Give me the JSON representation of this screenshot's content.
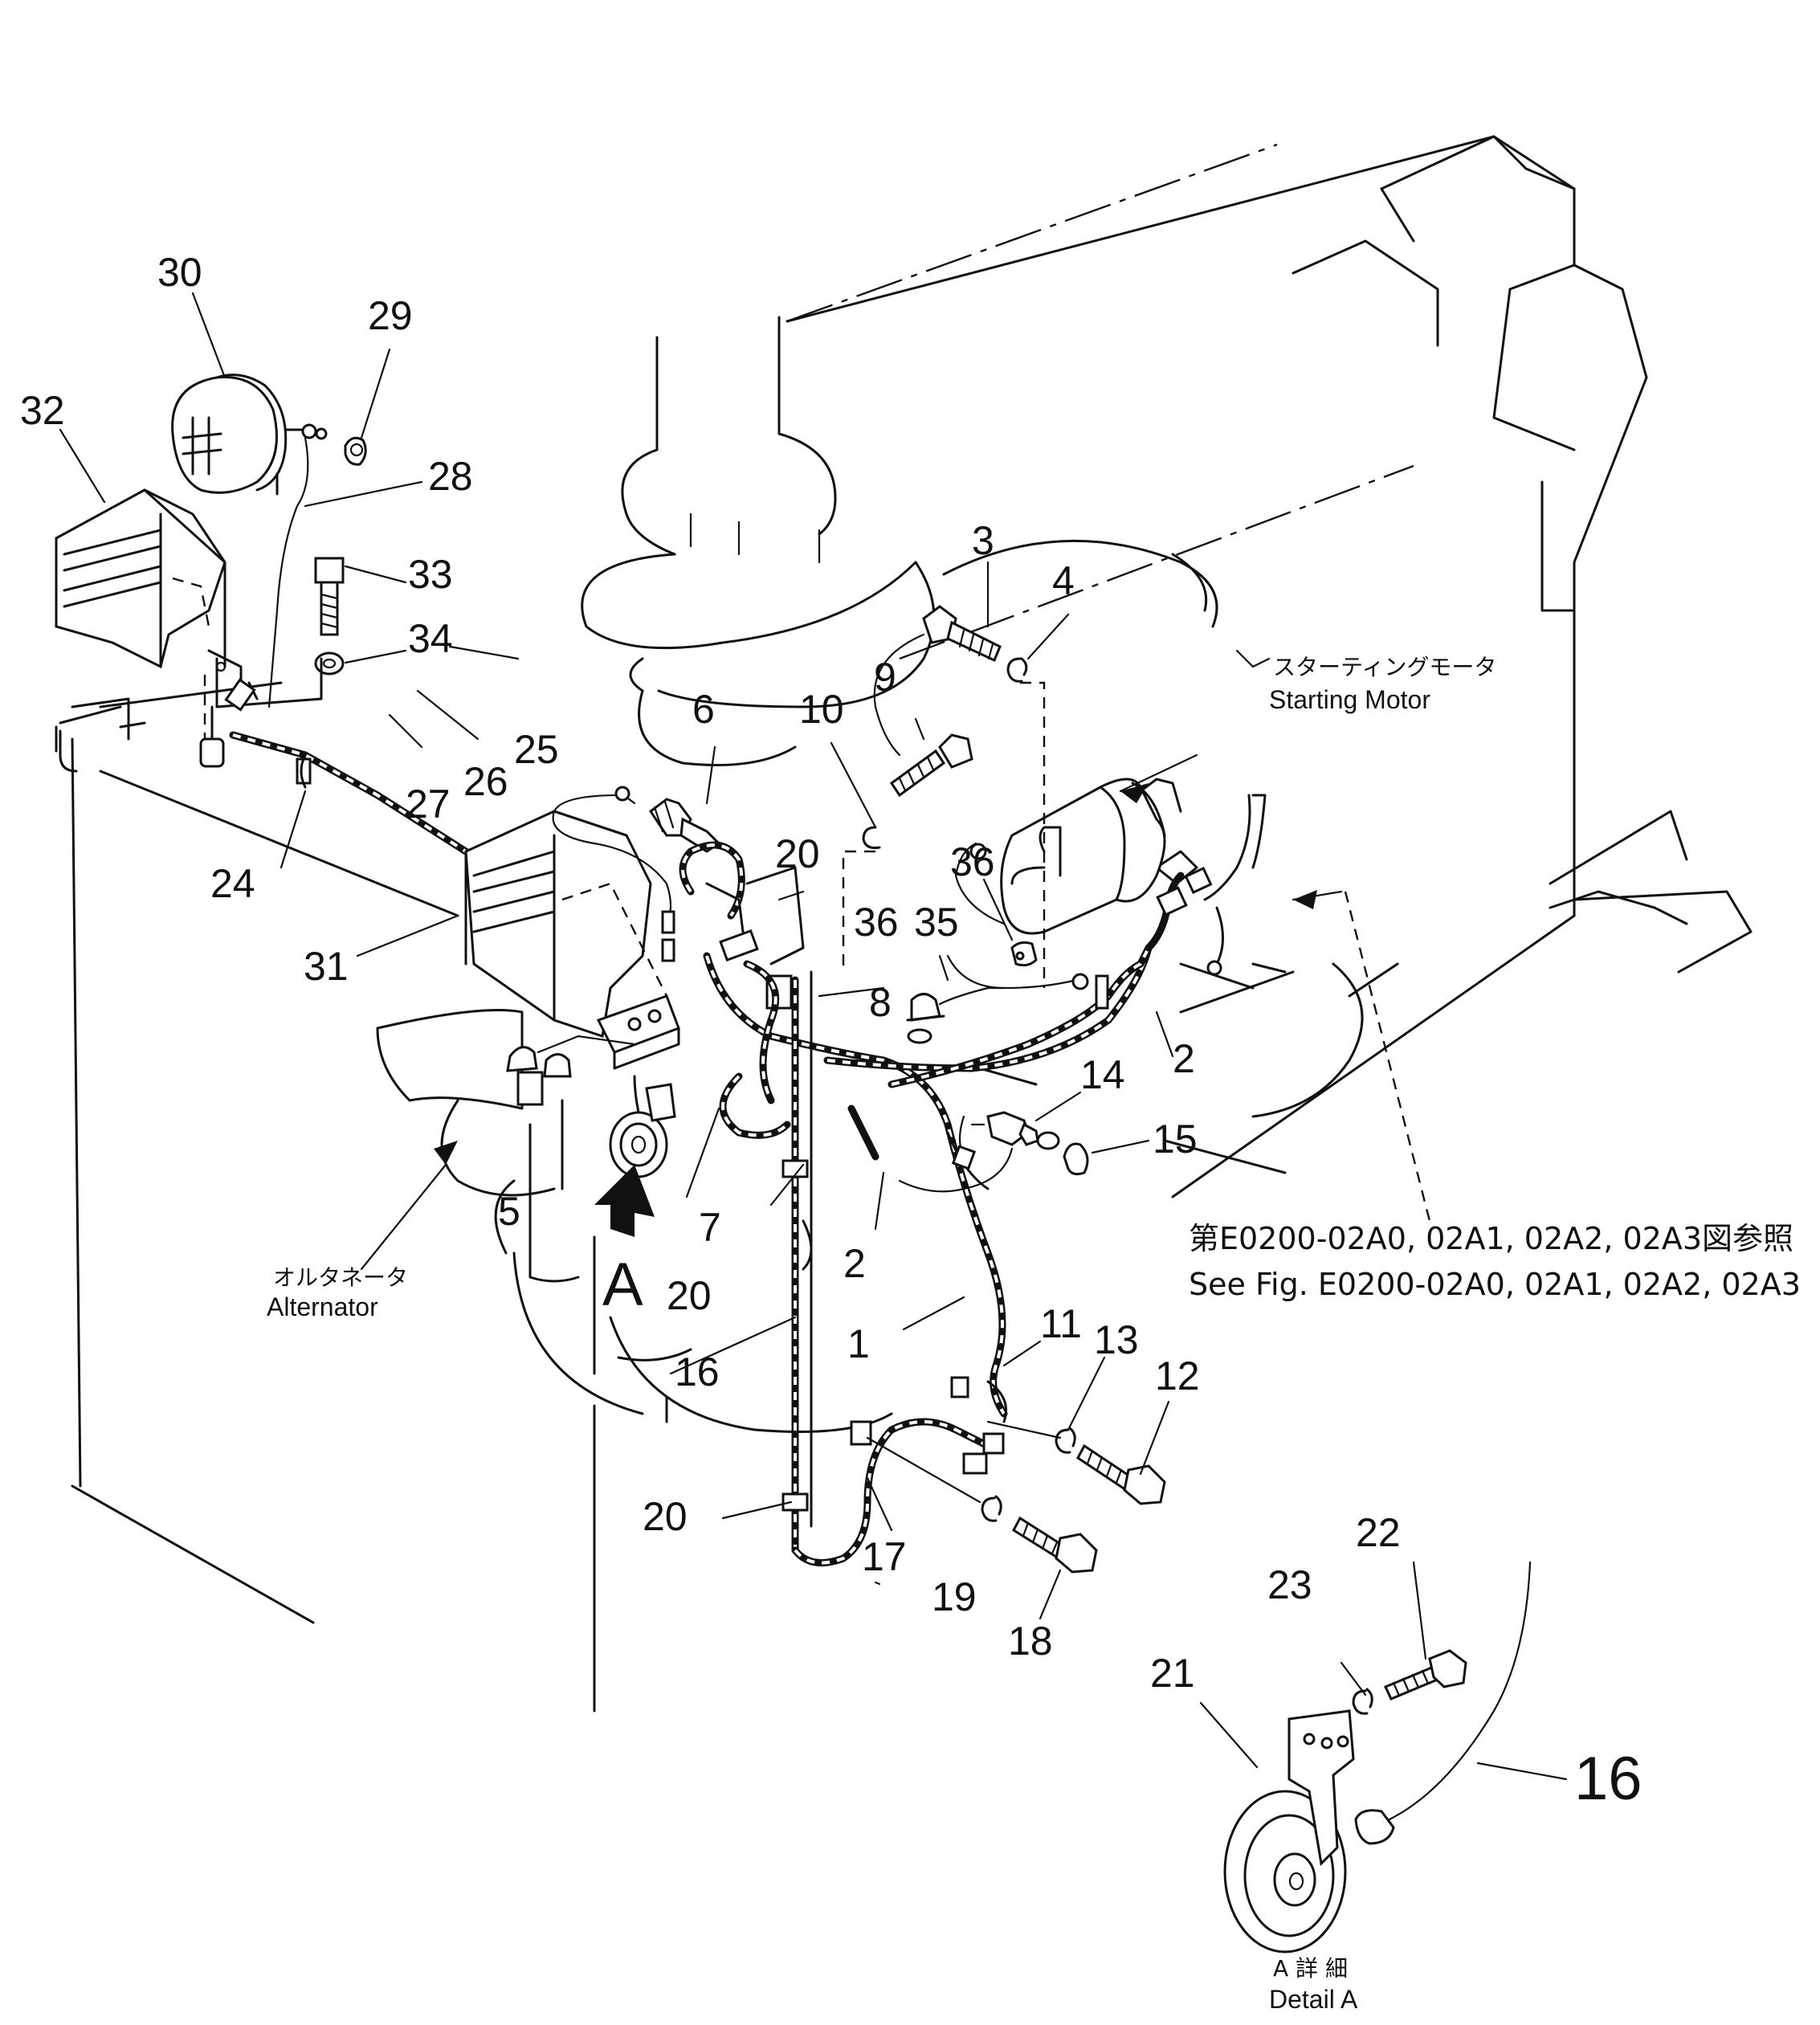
{
  "callouts": {
    "c1": "1",
    "c2": "2",
    "c3": "3",
    "c4": "4",
    "c5": "5",
    "c6": "6",
    "c7": "7",
    "c8": "8",
    "c9": "9",
    "c10": "10",
    "c11": "11",
    "c12": "12",
    "c13": "13",
    "c14": "14",
    "c15": "15",
    "c16": "16",
    "c17": "17",
    "c18": "18",
    "c19": "19",
    "c20": "20",
    "c21": "21",
    "c22": "22",
    "c23": "23",
    "c24": "24",
    "c25": "25",
    "c26": "26",
    "c27": "27",
    "c28": "28",
    "c29": "29",
    "c30": "30",
    "c31": "31",
    "c32": "32",
    "c33": "33",
    "c34": "34",
    "c35": "35",
    "c36": "36",
    "cA": "A"
  },
  "notes": {
    "starting_motor_jp": "スターティングモータ",
    "starting_motor_en": "Starting  Motor",
    "alternator_jp": "オルタネータ",
    "alternator_en": "Alternator",
    "see_fig_jp": "第E0200-02A0, 02A1, 02A2, 02A3図参照",
    "see_fig_en": "See Fig. E0200-02A0, 02A1, 02A2, 02A3",
    "detail_a_jp": "A  詳  細",
    "detail_a_en": "Detail  A"
  }
}
